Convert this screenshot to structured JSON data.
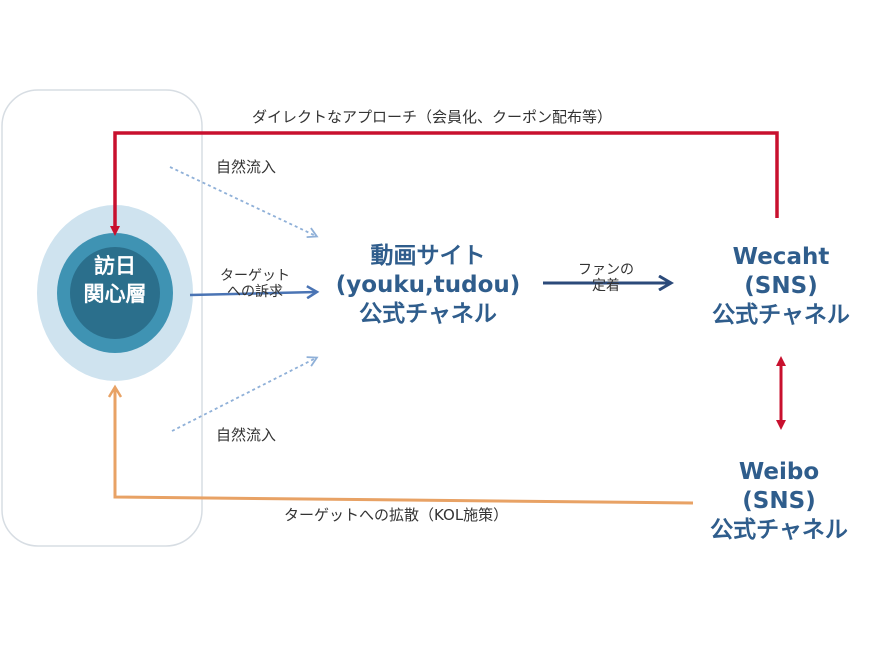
{
  "center_node": {
    "line1": "訪日",
    "line2": "関心層"
  },
  "video_node": {
    "line1": "動画サイト",
    "line2": "(youku,tudou)",
    "line3": "公式チャネル"
  },
  "wechat_node": {
    "line1": "Wecaht",
    "line2": "(SNS)",
    "line3": "公式チャネル"
  },
  "weibo_node": {
    "line1": "Weibo",
    "line2": "(SNS)",
    "line3": "公式チャネル"
  },
  "labels": {
    "direct_approach": "ダイレクトなアプローチ（会員化、クーポン配布等）",
    "natural_inflow_top": "自然流入",
    "natural_inflow_bottom": "自然流入",
    "target_appeal_1": "ターゲット",
    "target_appeal_2": "への訴求",
    "fan_retention_1": "ファンの",
    "fan_retention_2": "定着",
    "target_diffusion": "ターゲットへの拡散（KOL施策）"
  },
  "colors": {
    "red_arrow": "#c8102e",
    "orange_arrow": "#e8a265",
    "blue_arrow": "#4a74b4",
    "dotted_arrow": "#8fb0d8",
    "circle_outer": "#cfe3ef",
    "circle_mid": "#3f93b3",
    "circle_inner": "#2b6f8c",
    "node_text": "#2f5d8c"
  }
}
